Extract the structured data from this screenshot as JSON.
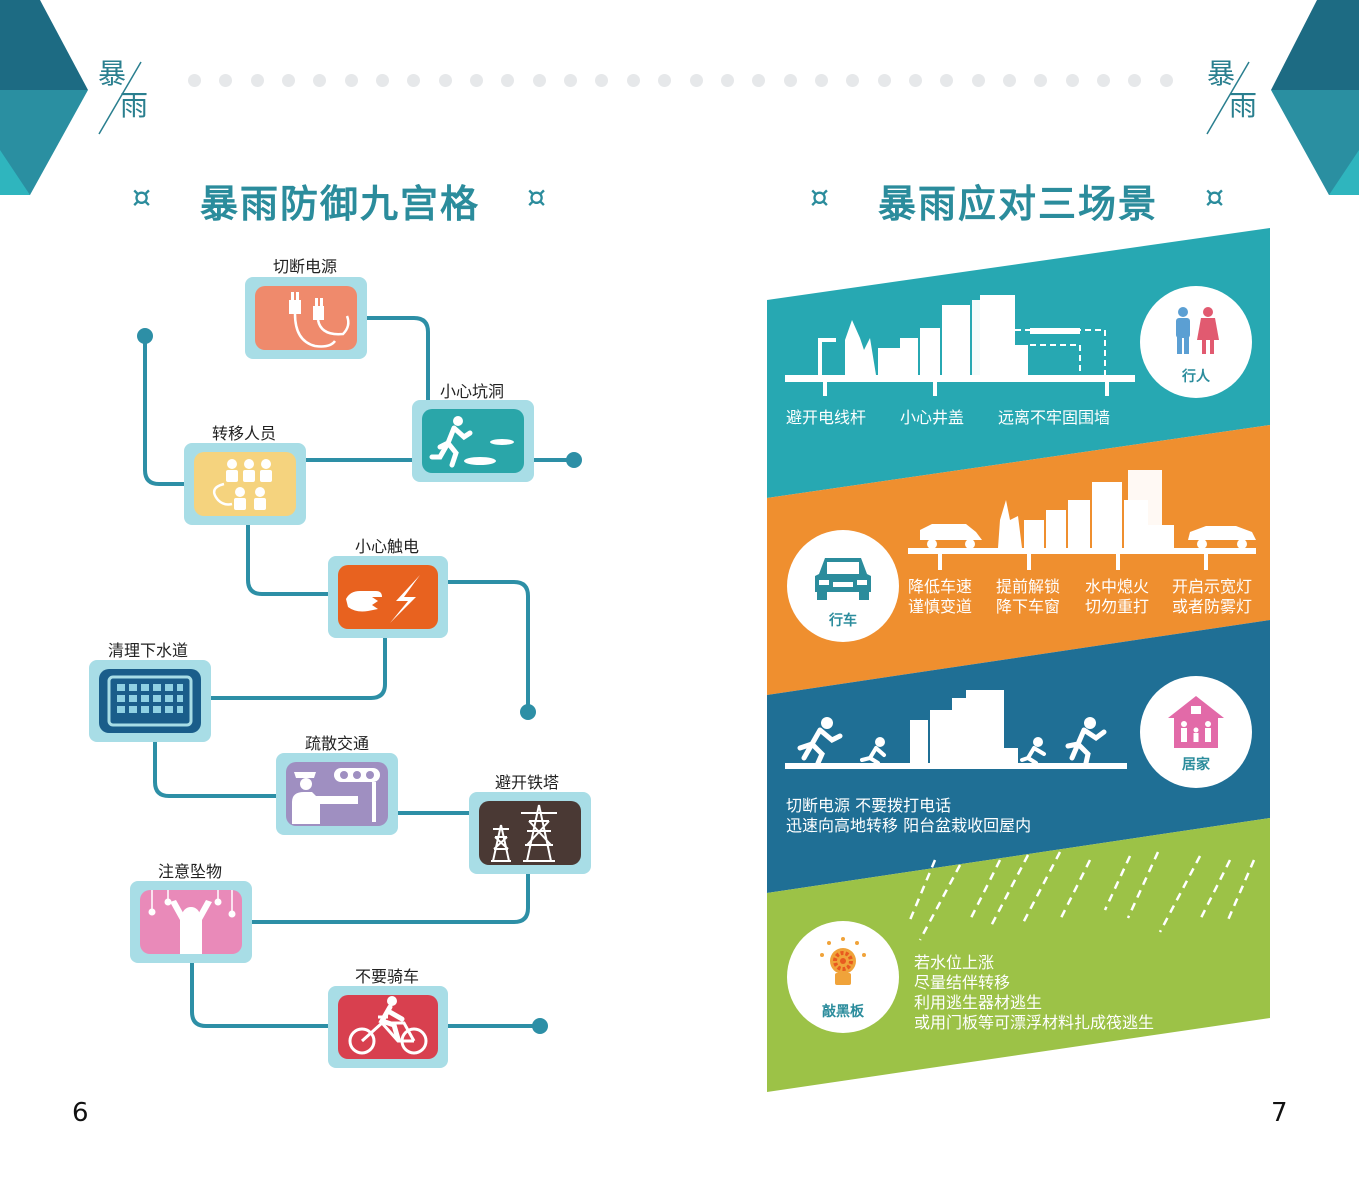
{
  "header": {
    "left_tag": [
      "暴",
      "雨"
    ],
    "right_tag": [
      "暴",
      "雨"
    ],
    "colors": {
      "teal_dark": "#1d6b83",
      "teal": "#2b8c9c",
      "teal_light": "#2fb5be"
    }
  },
  "left_page": {
    "title": "暴雨防御九宫格",
    "title_symbol": "¤",
    "page_number": "6",
    "cards": [
      {
        "label": "切断电源",
        "icon": "plug-icon",
        "color": "#ef8a6c"
      },
      {
        "label": "小心坑洞",
        "icon": "running-man-pothole-icon",
        "color": "#2aa6a9"
      },
      {
        "label": "转移人员",
        "icon": "people-group-icon",
        "color": "#f5d37e"
      },
      {
        "label": "小心触电",
        "icon": "electric-shock-icon",
        "color": "#e8621f"
      },
      {
        "label": "清理下水道",
        "icon": "drain-grate-icon",
        "color": "#1a5d8a"
      },
      {
        "label": "疏散交通",
        "icon": "traffic-police-icon",
        "color": "#9f8fc1"
      },
      {
        "label": "避开铁塔",
        "icon": "power-tower-icon",
        "color": "#4a3934"
      },
      {
        "label": "注意坠物",
        "icon": "falling-objects-icon",
        "color": "#e98ab9"
      },
      {
        "label": "不要骑车",
        "icon": "bicycle-icon",
        "color": "#d8404f"
      }
    ]
  },
  "right_page": {
    "title": "暴雨应对三场景",
    "title_symbol": "¤",
    "page_number": "7",
    "scenes": [
      {
        "name": "行人",
        "color": "#27a8b2",
        "icon": "pedestrian-icon",
        "tips": [
          "避开电线杆",
          "小心井盖",
          "远离不牢固围墙"
        ]
      },
      {
        "name": "行车",
        "color": "#ef8f2f",
        "icon": "car-icon",
        "tips": [
          [
            "降低车速",
            "谨慎变道"
          ],
          [
            "提前解锁",
            "降下车窗"
          ],
          [
            "水中熄火",
            "切勿重打"
          ],
          [
            "开启示宽灯",
            "或者防雾灯"
          ]
        ]
      },
      {
        "name": "居家",
        "color": "#1f6f95",
        "icon": "house-family-icon",
        "tips": [
          "切断电源  不要拨打电话",
          "迅速向高地转移  阳台盆栽收回屋内"
        ]
      },
      {
        "name": "敲黑板",
        "color": "#9cc247",
        "icon": "lightbulb-gear-icon",
        "tips": [
          "若水位上涨",
          "尽量结伴转移",
          "利用逃生器材逃生",
          "或用门板等可漂浮材料扎成筏逃生"
        ]
      }
    ]
  }
}
